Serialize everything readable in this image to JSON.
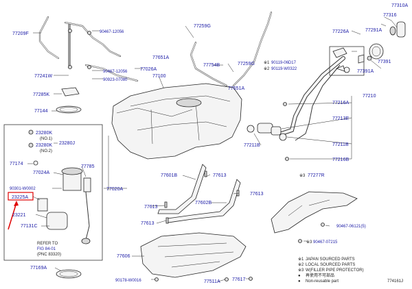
{
  "colors": {
    "part_number": "#1a1aa6",
    "line": "#222222",
    "highlight": "#e00000"
  },
  "labels": {
    "p77310A": "77310A",
    "p77316": "77316",
    "p77209F": "77209F",
    "p90467_12056": "90467-12056",
    "p77259G": "77259G",
    "p77226A": "77226A",
    "p77291A": "77291A",
    "p77651A_1": "77651A",
    "p77754B": "77754B",
    "p77259G_2": "77259G",
    "p77026A": "77026A",
    "p90467_12056_2": "90467-12056",
    "p90923_07080": "90923-07080",
    "p77100": "77100",
    "p77241W": "77241W",
    "p77651A_2": "77651A",
    "p77285K": "77285K",
    "p77144": "77144",
    "p77391": "77391",
    "p77391A": "77391A",
    "p77210": "77210",
    "p77216A": "77216A",
    "p77213E": "77213E",
    "p23280K_1": "23280K",
    "p23280K_2": "23280K",
    "p23280J": "23280J",
    "p77174": "77174",
    "p77211B_1": "77211B",
    "p77211B_2": "77211B",
    "p77216B": "77216B",
    "p77024A": "77024A",
    "p77785": "77785",
    "p77601B": "77601B",
    "p77613_1": "77613",
    "p77277R": "77277R",
    "p90301_W0002": "90301-W0002",
    "p77020A": "77020A",
    "p23225A": "23225A",
    "p77613_2": "77613",
    "p77602B": "77602B",
    "p77613_3": "77613",
    "p23221": "23221",
    "p77613_4": "77613",
    "p90467_06121": "90467-06121(5)",
    "p77131C": "77131C",
    "p90467_07215": "90467-07215",
    "p77606": "77606",
    "p77169A": "77169A",
    "p90178_W0016": "90178-W0016",
    "p77511A": "77511A",
    "p77617": "77617",
    "p90119_06D17": "90119-06D17",
    "p90119_W0322": "90119-W0322"
  },
  "texts": {
    "no1": "(NO.1)",
    "no2": "(NO.2)",
    "refer_to": "REFER TO",
    "fig": "FIG 84-01",
    "pnc": "(PNC 83320)",
    "mark1": "※1",
    "mark2": "※2",
    "mark3": "※3",
    "mark3b": "※3",
    "diagram_id": "774161J"
  },
  "legend": [
    {
      "mark": "※1",
      "text": "JAPAN SOURCED PARTS"
    },
    {
      "mark": "※2",
      "text": "LOCAL SOURCED PARTS"
    },
    {
      "mark": "※3",
      "text": "W(FILLER PIPE PROTECTOR)"
    },
    {
      "mark": "●",
      "text": "再使用不可部品"
    },
    {
      "mark": "●",
      "text": "Non-reusable part"
    }
  ]
}
